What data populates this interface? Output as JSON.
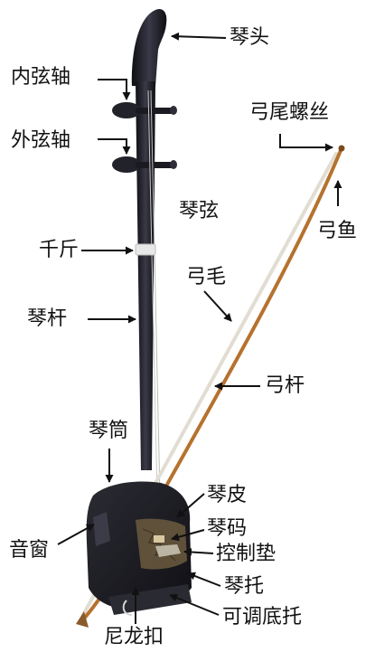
{
  "colors": {
    "background": "#ffffff",
    "label_text": "#111111",
    "arrow": "#111111",
    "instrument_body": "#1c1c24",
    "bow_stick": "#b5722e",
    "bow_hair": "#e2ddd2",
    "python_skin": "#6b5a3e",
    "wrap_thread": "#e8e8e8"
  },
  "labels": {
    "qin_tou": "琴头",
    "nei_xian_zhou": "内弦轴",
    "wai_xian_zhou": "外弦轴",
    "gong_wei_luo_si": "弓尾螺丝",
    "qin_xian": "琴弦",
    "gong_yu": "弓鱼",
    "qian_jin": "千斤",
    "gong_mao": "弓毛",
    "qin_gan": "琴杆",
    "gong_gan": "弓杆",
    "qin_tong": "琴筒",
    "qin_pi": "琴皮",
    "qin_ma": "琴码",
    "yin_chuang": "音窗",
    "kong_zhi_dian": "控制垫",
    "qin_tuo": "琴托",
    "ke_tiao_di_tuo": "可调底托",
    "ni_long_kou": "尼龙扣"
  }
}
